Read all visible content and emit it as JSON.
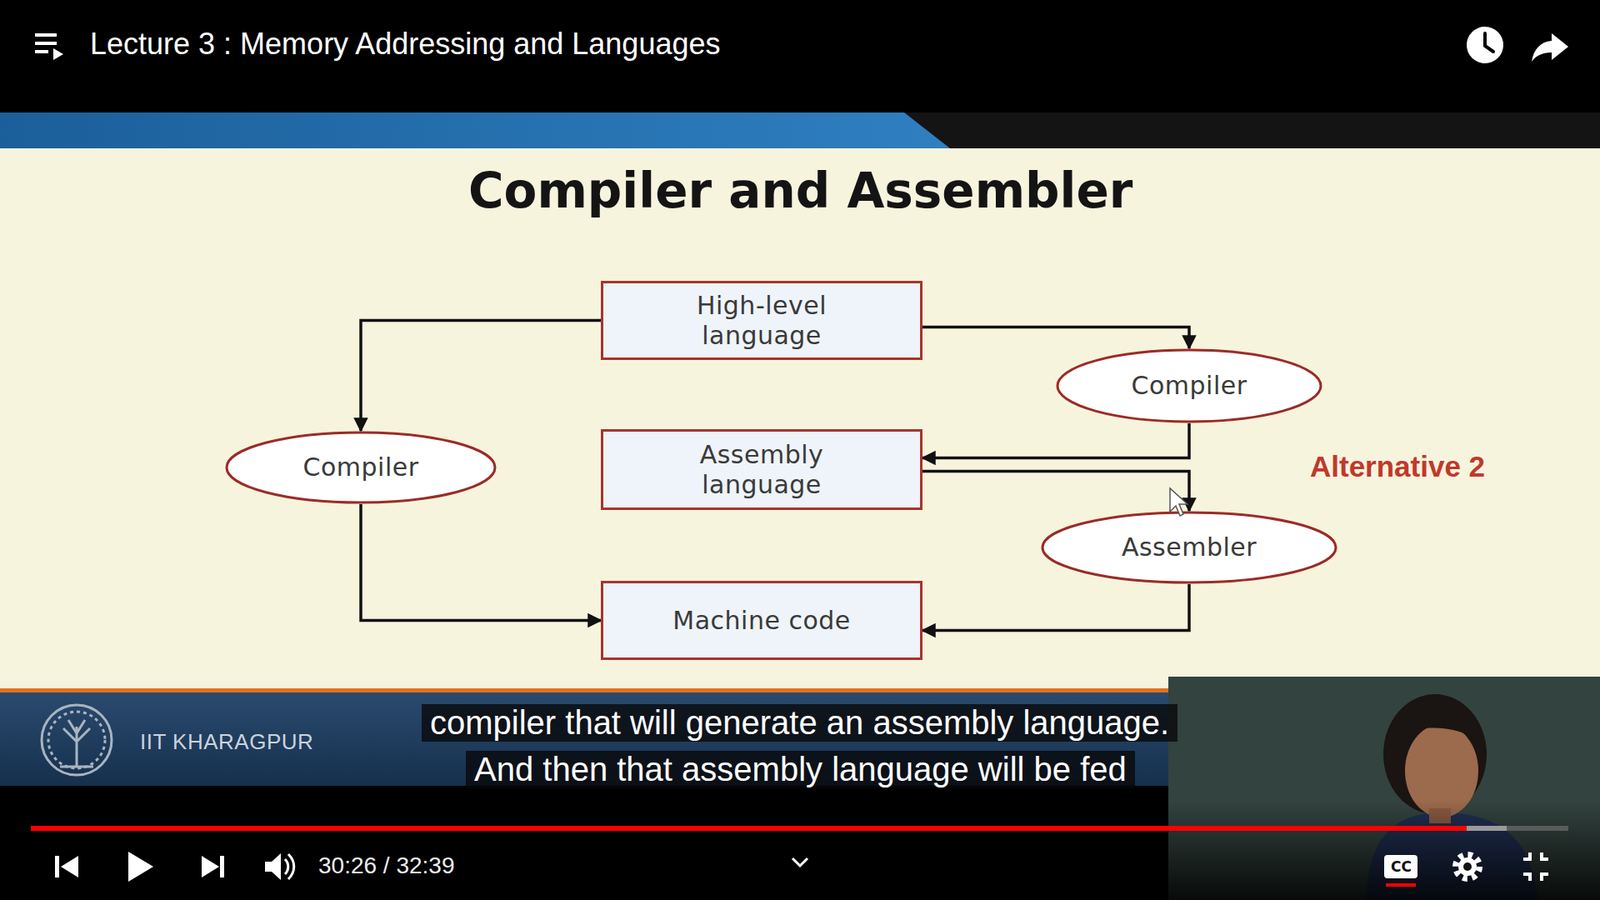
{
  "diagram": {
    "title": "Compiler and Assembler",
    "nodes": [
      {
        "text": [
          "High-level language"
        ]
      },
      {
        "text": [
          "Compiler"
        ]
      },
      {
        "text": [
          "Compiler"
        ]
      },
      {
        "text": [
          "Assembly language"
        ]
      },
      {
        "text": [
          "Assembler"
        ]
      },
      {
        "text": [
          "Machine code"
        ]
      }
    ],
    "edges": [
      {
        "from": 0,
        "to": 2,
        "arrow": "to"
      },
      {
        "from": 2,
        "to": 5,
        "arrow": "to"
      },
      {
        "from": 0,
        "to": 1,
        "arrow": "to"
      },
      {
        "from": 1,
        "to": 3,
        "arrow": "to"
      },
      {
        "from": 3,
        "to": 4,
        "arrow": "to"
      },
      {
        "from": 4,
        "to": 5,
        "arrow": "to"
      }
    ],
    "labels": [
      "Alternative 2",
      "IIT KHARAGPUR",
      "compiler that will generate an assembly language.",
      "And then that assembly language will be fed",
      "Lecture 3 : Memory Addressing and Languages",
      "30:26 / 32:39",
      "CC"
    ]
  }
}
